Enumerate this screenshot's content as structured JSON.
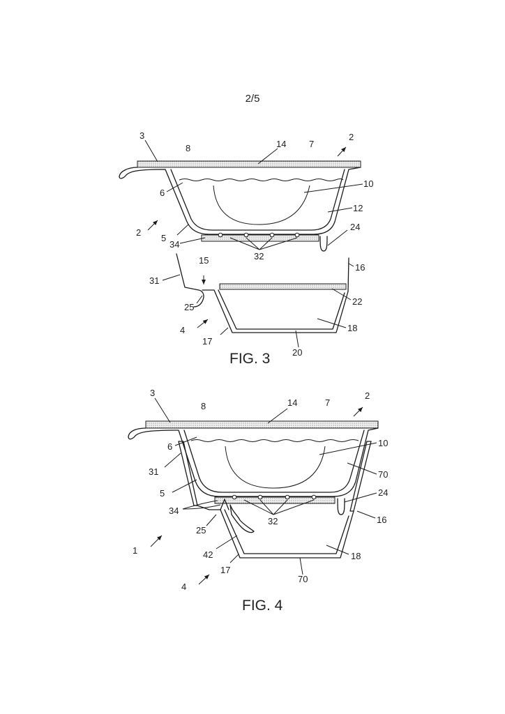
{
  "page_number": "2/5",
  "figures": [
    {
      "caption": "FIG. 3",
      "labels": {
        "l3": "3",
        "l8": "8",
        "l14": "14",
        "l7": "7",
        "l2": "2",
        "l6": "6",
        "l10": "10",
        "l12": "12",
        "l2b": "2",
        "l5": "5",
        "l24": "24",
        "l34": "34",
        "l32": "32",
        "l15": "15",
        "l31": "31",
        "l16": "16",
        "l25": "25",
        "l22": "22",
        "l4": "4",
        "l18": "18",
        "l17": "17",
        "l20": "20"
      }
    },
    {
      "caption": "FIG. 4",
      "labels": {
        "l3": "3",
        "l8": "8",
        "l14": "14",
        "l7": "7",
        "l2": "2",
        "l6": "6",
        "l10": "10",
        "l31": "31",
        "l70": "70",
        "l5": "5",
        "l24": "24",
        "l34": "34",
        "l32": "32",
        "l16": "16",
        "l25": "25",
        "l1": "1",
        "l42": "42",
        "l18": "18",
        "l4": "4",
        "l17": "17",
        "l70b": "70"
      }
    }
  ]
}
